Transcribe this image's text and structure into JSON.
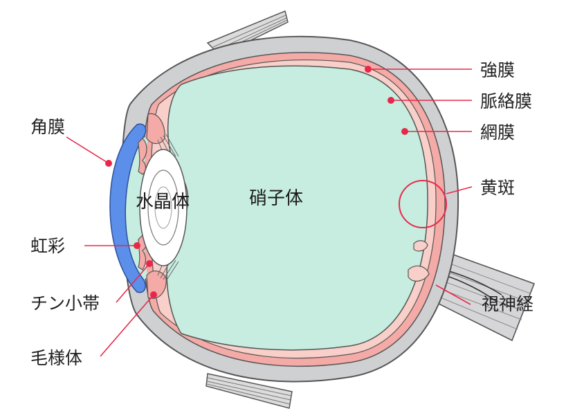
{
  "labels": {
    "sclera": "強膜",
    "choroid": "脈絡膜",
    "retina": "網膜",
    "macula": "黄斑",
    "optic_nerve": "視神経",
    "cornea": "角膜",
    "iris": "虹彩",
    "zonule": "チン小帯",
    "ciliary_body": "毛様体",
    "lens": "水晶体",
    "vitreous": "硝子体"
  },
  "colors": {
    "sclera": "#cfd0d2",
    "outline": "#555555",
    "choroid": "#f4aaa6",
    "retina": "#f8cfc9",
    "vitreous": "#c6ede0",
    "cornea": "#5b8fea",
    "pointer": "#e8284b",
    "lens": "#ffffff"
  }
}
